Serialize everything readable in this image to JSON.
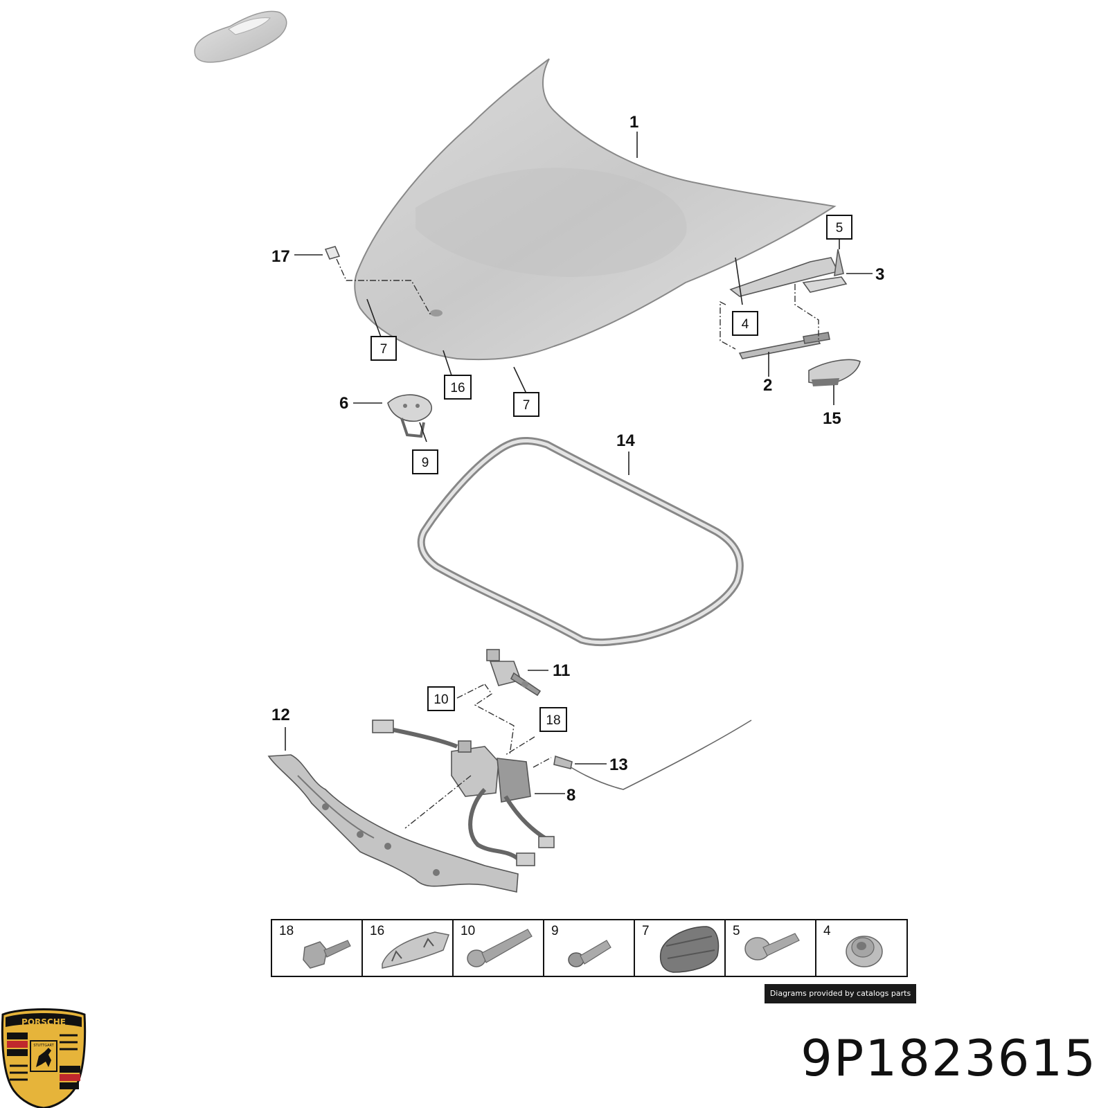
{
  "diagram": {
    "callouts": [
      {
        "label": "1"
      },
      {
        "label": "2"
      },
      {
        "label": "3"
      },
      {
        "label": "6"
      },
      {
        "label": "8"
      },
      {
        "label": "11"
      },
      {
        "label": "12"
      },
      {
        "label": "13"
      },
      {
        "label": "14"
      },
      {
        "label": "15"
      },
      {
        "label": "17"
      }
    ],
    "boxed_callouts": [
      {
        "label": "4"
      },
      {
        "label": "5"
      },
      {
        "label": "7"
      },
      {
        "label": "7"
      },
      {
        "label": "9"
      },
      {
        "label": "10"
      },
      {
        "label": "16"
      },
      {
        "label": "18"
      }
    ],
    "fastener_table": [
      {
        "label": "18",
        "icon": "hex-flange-bolt-icon"
      },
      {
        "label": "16",
        "icon": "clip-bracket-icon"
      },
      {
        "label": "10",
        "icon": "torx-bolt-icon"
      },
      {
        "label": "9",
        "icon": "short-screw-icon"
      },
      {
        "label": "7",
        "icon": "rubber-buffer-icon"
      },
      {
        "label": "5",
        "icon": "washer-bolt-icon"
      },
      {
        "label": "4",
        "icon": "flange-nut-icon"
      }
    ]
  },
  "credit": "Diagrams provided by catalogs parts",
  "part_number": "9P1823615",
  "logo": {
    "text": "PORSCHE",
    "subtext": "STUTTGART",
    "colors": {
      "gold": "#e6b43a",
      "red": "#c0282d",
      "black": "#111111"
    }
  }
}
